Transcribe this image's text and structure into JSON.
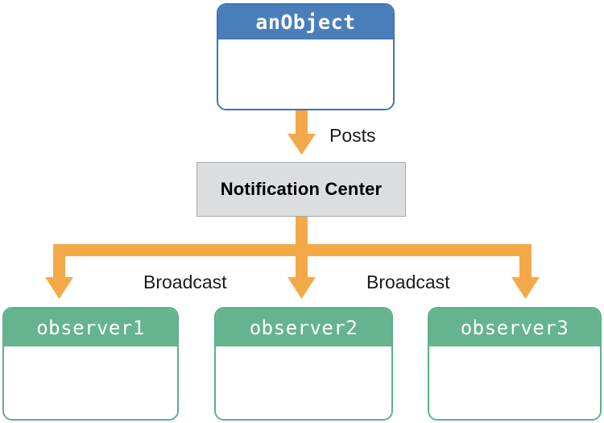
{
  "diagram": {
    "title": "Notification Center broadcast diagram",
    "colors": {
      "arrow_orange": "#f4a949",
      "publisher_header_blue": "#4a7ebb",
      "publisher_border_blue": "#3f72b5",
      "observer_header_green": "#65b48f",
      "observer_border_green": "#5cb189",
      "hub_fill_gray": "#dcdddf",
      "hub_border_gray": "#a8a9ab",
      "label_text": "#1a1a1a"
    },
    "publisher": {
      "name": "anObject"
    },
    "hub": {
      "name": "Notification Center"
    },
    "observers": [
      {
        "name": "observer1"
      },
      {
        "name": "observer2"
      },
      {
        "name": "observer3"
      }
    ],
    "edges": [
      {
        "label": "Posts"
      },
      {
        "label": "Broadcast"
      },
      {
        "label": "Broadcast"
      }
    ]
  }
}
